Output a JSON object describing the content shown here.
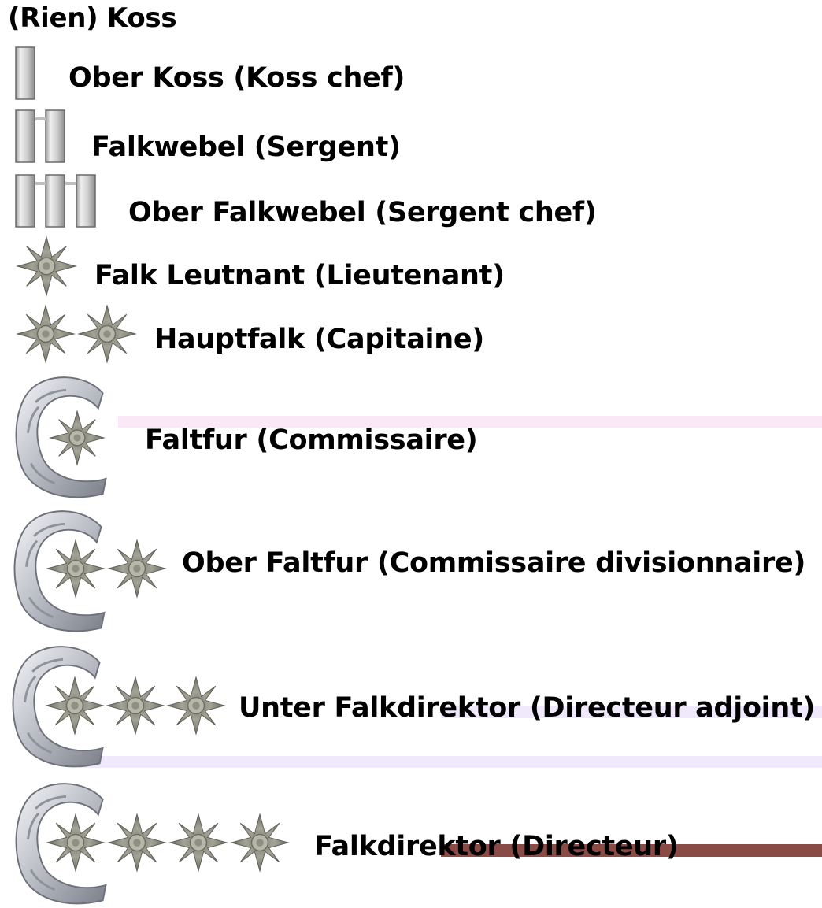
{
  "ranks": [
    {
      "name": "(Rien)  Koss"
    },
    {
      "name": "Ober Koss (Koss chef)"
    },
    {
      "name": "Falkwebel (Sergent)"
    },
    {
      "name": "Ober Falkwebel (Sergent chef)"
    },
    {
      "name": "Falk Leutnant (Lieutenant)"
    },
    {
      "name": "Hauptfalk (Capitaine)"
    },
    {
      "name": "Faltfur (Commissaire)"
    },
    {
      "name": "Ober Faltfur (Commissaire divisionnaire)"
    },
    {
      "name": "Unter Falkdirektor (Directeur adjoint)"
    },
    {
      "name": "Falkdirektor (Directeur)"
    }
  ],
  "colors": {
    "text": "#000000",
    "bar_silver": "#d8d8d8",
    "star_gray": "#8a8a80",
    "wreath_silver": "#c9ccd2",
    "artifact_pink": "#fbe8f6",
    "artifact_lavender": "#efe9fb",
    "artifact_blue": "#2a1fc2",
    "artifact_brown": "#8a4a45"
  },
  "icons": [
    "silver-bar-icon",
    "pip-star-icon",
    "wreath-icon"
  ]
}
